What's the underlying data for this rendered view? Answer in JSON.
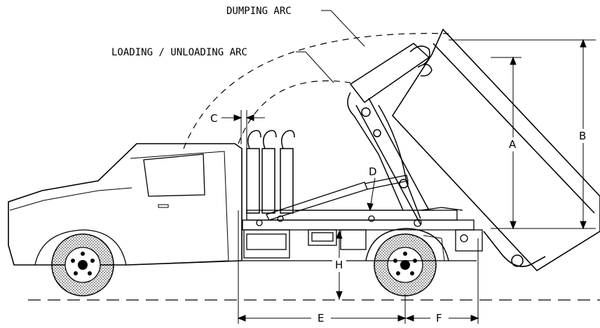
{
  "annotations": {
    "dumping_arc": "DUMPING ARC",
    "loading_arc": "LOADING / UNLOADING ARC"
  },
  "dimensions": {
    "a": "A",
    "b": "B",
    "c": "C",
    "d": "D",
    "e": "E",
    "f": "F",
    "h": "H"
  }
}
